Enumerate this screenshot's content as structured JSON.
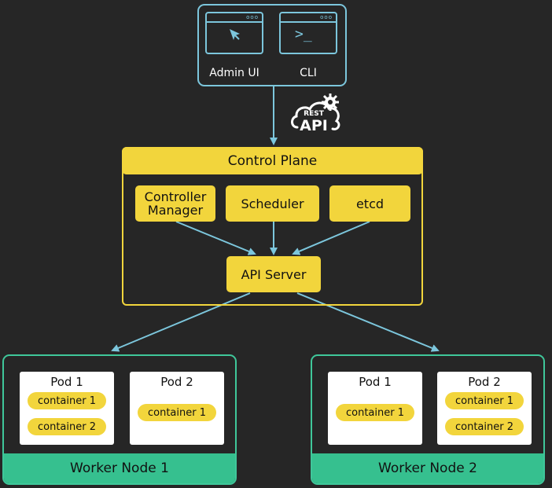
{
  "clients": {
    "admin_label": "Admin UI",
    "cli_label": "CLI",
    "window_dots": "ooo",
    "cli_prompt": ">_"
  },
  "api_badge": {
    "top": "REST",
    "bottom": "API"
  },
  "control_plane": {
    "title": "Control Plane",
    "controller_manager": "Controller Manager",
    "scheduler": "Scheduler",
    "etcd": "etcd",
    "api_server": "API Server"
  },
  "worker1": {
    "title": "Worker Node 1",
    "pods": [
      {
        "name": "Pod 1",
        "containers": [
          "container 1",
          "container 2"
        ]
      },
      {
        "name": "Pod 2",
        "containers": [
          "container 1"
        ]
      }
    ]
  },
  "worker2": {
    "title": "Worker Node 2",
    "pods": [
      {
        "name": "Pod 1",
        "containers": [
          "container 1"
        ]
      },
      {
        "name": "Pod 2",
        "containers": [
          "container 1",
          "container 2"
        ]
      }
    ]
  },
  "colors": {
    "background": "#262626",
    "client_blue": "#7cc6dc",
    "control_yellow": "#f2d53c",
    "worker_green": "#36c08f",
    "arrow_blue": "#7cc6dc"
  },
  "icons": [
    "cursor-icon",
    "terminal-prompt-icon",
    "cloud-icon",
    "gear-icon"
  ]
}
